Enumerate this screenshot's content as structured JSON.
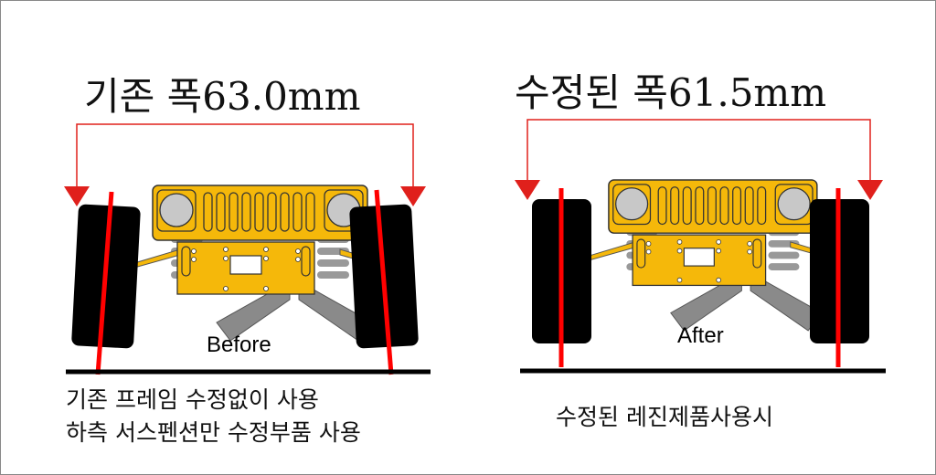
{
  "before": {
    "title": "기존 폭63.0mm",
    "caption": "Before",
    "description_lines": [
      "기존 프레임 수정없이 사용",
      "하측 서스펜션만 수정부품 사용"
    ]
  },
  "after": {
    "title": "수정된 폭61.5mm",
    "caption": "After",
    "description_lines": [
      "수정된 레진제품사용시"
    ]
  },
  "colors": {
    "body": "#f5b80a",
    "tire": "#000000",
    "axis_line": "#ff0000",
    "bracket": "#e0201c",
    "headlight": "#c8c8c8",
    "suspension": "#8a8a8a"
  }
}
